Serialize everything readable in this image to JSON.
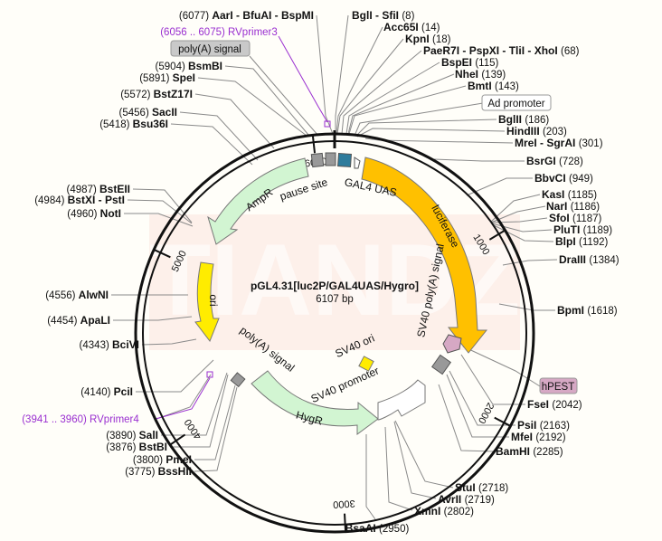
{
  "plasmid": {
    "name": "pGL4.31[luc2P/GAL4UAS/Hygro]",
    "size_label": "6107 bp",
    "length": 6107
  },
  "watermark": "TIANDZ",
  "colors": {
    "ring": "#111111",
    "primer": "#9a2fd0",
    "ampr": "#d2f5d2",
    "hygr": "#d2f5d2",
    "luciferase": "#ffc000",
    "ori": "#ffec00",
    "sv40_ori": "#ffec00",
    "gal4": "#2e7c9c",
    "grey_box": "#999999",
    "hpest": "#d6a8c4",
    "watermark": "#fbe4df"
  },
  "ticks": [
    "1000",
    "2000",
    "3000",
    "4000",
    "5000",
    "6000"
  ],
  "sites": [
    {
      "name": "AarI - BfuAI - BspMI",
      "pos": "(6077)"
    },
    {
      "name": "BglI - SfiI",
      "pos": "(8)"
    },
    {
      "name": "Acc65I",
      "pos": "(14)"
    },
    {
      "name": "KpnI",
      "pos": "(18)"
    },
    {
      "name": "PaeR7I - PspXI - TliI - XhoI",
      "pos": "(68)"
    },
    {
      "name": "BspEI",
      "pos": "(115)"
    },
    {
      "name": "NheI",
      "pos": "(139)"
    },
    {
      "name": "BmtI",
      "pos": "(143)"
    },
    {
      "name": "BglII",
      "pos": "(186)"
    },
    {
      "name": "HindIII",
      "pos": "(203)"
    },
    {
      "name": "MreI - SgrAI",
      "pos": "(301)"
    },
    {
      "name": "BsrGI",
      "pos": "(728)"
    },
    {
      "name": "BbvCI",
      "pos": "(949)"
    },
    {
      "name": "KasI",
      "pos": "(1185)"
    },
    {
      "name": "NarI",
      "pos": "(1186)"
    },
    {
      "name": "SfoI",
      "pos": "(1187)"
    },
    {
      "name": "PluTI",
      "pos": "(1189)"
    },
    {
      "name": "BlpI",
      "pos": "(1192)"
    },
    {
      "name": "DraIII",
      "pos": "(1384)"
    },
    {
      "name": "BpmI",
      "pos": "(1618)"
    },
    {
      "name": "FseI",
      "pos": "(2042)"
    },
    {
      "name": "PsiI",
      "pos": "(2163)"
    },
    {
      "name": "MfeI",
      "pos": "(2192)"
    },
    {
      "name": "BamHI",
      "pos": "(2285)"
    },
    {
      "name": "StuI",
      "pos": "(2718)"
    },
    {
      "name": "AvrII",
      "pos": "(2719)"
    },
    {
      "name": "XmnI",
      "pos": "(2802)"
    },
    {
      "name": "BsaAI",
      "pos": "(2950)"
    },
    {
      "name": "PmeI",
      "pos": "(3800)"
    },
    {
      "name": "BssHII",
      "pos": "(3775)"
    },
    {
      "name": "BstBI",
      "pos": "(3876)"
    },
    {
      "name": "SalI",
      "pos": "(3890)"
    },
    {
      "name": "PciI",
      "pos": "(4140)"
    },
    {
      "name": "BciVI",
      "pos": "(4343)"
    },
    {
      "name": "ApaLI",
      "pos": "(4454)"
    },
    {
      "name": "AlwNI",
      "pos": "(4556)"
    },
    {
      "name": "NotI",
      "pos": "(4960)"
    },
    {
      "name": "BstXI - PstI",
      "pos": "(4984)"
    },
    {
      "name": "BstEII",
      "pos": "(4987)"
    },
    {
      "name": "Bsu36I",
      "pos": "(5418)"
    },
    {
      "name": "SacII",
      "pos": "(5456)"
    },
    {
      "name": "BstZ17I",
      "pos": "(5572)"
    },
    {
      "name": "SpeI",
      "pos": "(5891)"
    },
    {
      "name": "BsmBI",
      "pos": "(5904)"
    }
  ],
  "primers": [
    {
      "name": "RVprimer3",
      "range": "(6056 .. 6075)"
    },
    {
      "name": "RVprimer4",
      "range": "(3941 .. 3960)"
    }
  ],
  "features": {
    "ampr": "AmpR",
    "pause_site": "pause site",
    "gal4_uas": "GAL4 UAS",
    "luciferase": "luciferase",
    "sv40_polya_inner": "SV40 poly(A) signal",
    "ori": "ori",
    "sv40_ori": "SV40 ori",
    "polya_inner": "poly(A) signal",
    "sv40_promoter": "SV40 promoter",
    "hygr": "HygR"
  },
  "boxed_labels": {
    "polya": "poly(A) signal",
    "ad_promoter": "Ad promoter",
    "hpest": "hPEST"
  }
}
